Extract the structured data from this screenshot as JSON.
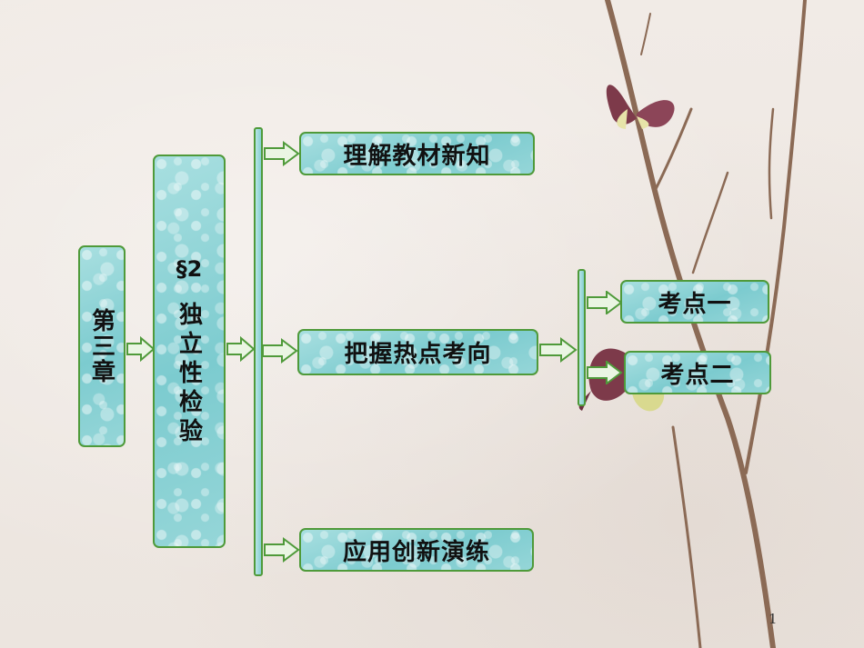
{
  "chapter": {
    "label": "第三章"
  },
  "section": {
    "number": "§2",
    "title": "独立性检验"
  },
  "level2": [
    {
      "label": "理解教材新知"
    },
    {
      "label": "把握热点考向"
    },
    {
      "label": "应用创新演练"
    }
  ],
  "level3": [
    {
      "label": "考点一"
    },
    {
      "label": "考点二"
    }
  ],
  "page_number": "1",
  "colors": {
    "box_fill": "#8fd3d6",
    "border": "#4f9a3a",
    "arrow": "#4f9a3a"
  }
}
